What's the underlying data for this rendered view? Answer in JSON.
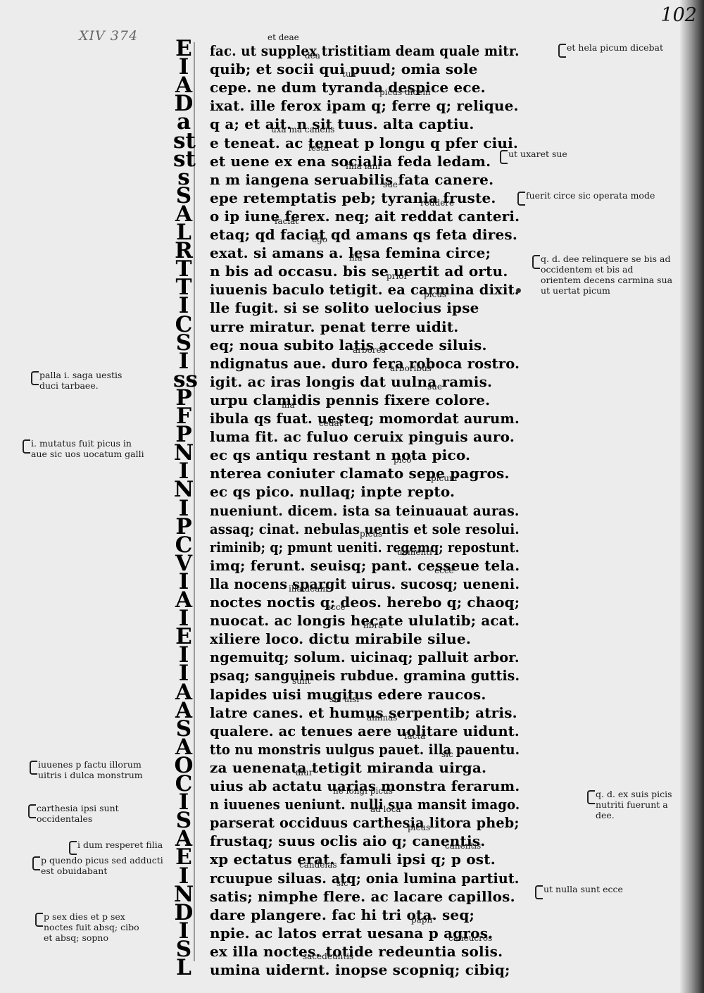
{
  "folio": "102",
  "shelfmark": "XIV 374",
  "lines": [
    {
      "initial": "E",
      "text": "fac. ut supplex tristitiam deam quale mitr.",
      "gloss": "et deae"
    },
    {
      "initial": "I",
      "text": "quib; et socii qui puud; omia sole",
      "gloss": "dea"
    },
    {
      "initial": "A",
      "text": "cepe. ne dum tyranda despice ece.",
      "gloss": "tua"
    },
    {
      "initial": "D",
      "text": "ixat. ille ferox ipam q; ferre q; relique.",
      "gloss": "picus dicem"
    },
    {
      "initial": "a",
      "text": "q a; et ait. n sit tuus. alta captiu.",
      "gloss": ""
    },
    {
      "initial": "st",
      "text": "e teneat. ac teneat p longu q pfer ciui.",
      "gloss": "uxa ma canens"
    },
    {
      "initial": "st",
      "text": "et uene ex ena socialia feda ledam.",
      "gloss": "lesta"
    },
    {
      "initial": "s",
      "text": "n m iangena seruabilis fata canere.",
      "gloss": "filia iani"
    },
    {
      "initial": "S",
      "text": "epe retemptatis peb; tyrania fruste.",
      "gloss": "sue"
    },
    {
      "initial": "A",
      "text": "o ip iune ferex. neq; ait reddat canteri.",
      "gloss": "reddere"
    },
    {
      "initial": "L",
      "text": "etaq; qd faciat qd amans qs feta dires.",
      "gloss": "faciat"
    },
    {
      "initial": "R",
      "text": "exat. si amans a. lesa femina circe;",
      "gloss": "ego"
    },
    {
      "initial": "T",
      "text": "n bis ad occasu. bis se uertit ad ortu.",
      "gloss": "illa"
    },
    {
      "initial": "T",
      "text": "iuuenis baculo tetigit. ea carmina dixit.",
      "gloss": "prior"
    },
    {
      "initial": "I",
      "text": "lle fugit. si se solito uelocius ipse",
      "gloss": "picus"
    },
    {
      "initial": "C",
      "text": "urre miratur. penat terre uidit.",
      "gloss": ""
    },
    {
      "initial": "S",
      "text": "eq; noua subito latis accede siluis.",
      "gloss": ""
    },
    {
      "initial": "I",
      "text": "ndignatus aue. duro fera roboca rostro.",
      "gloss": "arbores"
    },
    {
      "initial": "ss",
      "text": "igit. ac iras longis dat uulna ramis.",
      "gloss": "arboribus"
    },
    {
      "initial": "P",
      "text": "urpu clamidis pennis fixere colore.",
      "gloss": "sue"
    },
    {
      "initial": "F",
      "text": "ibula qs fuat. uesteq; momordat aurum.",
      "gloss": "illa"
    },
    {
      "initial": "P",
      "text": "luma fit. ac fuluo ceruix pinguis auro.",
      "gloss": "cedat"
    },
    {
      "initial": "N",
      "text": "ec qs antiqu restant n nota pico.",
      "gloss": ""
    },
    {
      "initial": "I",
      "text": "nterea coniuter clamato sepe pagros.",
      "gloss": "pico"
    },
    {
      "initial": "N",
      "text": "ec qs pico. nullaq; inpte repto.",
      "gloss": "picum"
    },
    {
      "initial": "I",
      "text": "nueniunt. dicem. ista sa teinuauat auras.",
      "gloss": ""
    },
    {
      "initial": "P",
      "text": "assaq; cinat. nebulas uentis et sole resolui.",
      "gloss": ""
    },
    {
      "initial": "C",
      "text": "riminib; q; pmunt ueniti. regemq; repostunt.",
      "gloss": "picus"
    },
    {
      "initial": "V",
      "text": "imq; ferunt. seuisq; pant. cesseue tela.",
      "gloss": "uenienti"
    },
    {
      "initial": "I",
      "text": "lla nocens spargit uirus. sucosq; ueneni.",
      "gloss": "ecce"
    },
    {
      "initial": "A",
      "text": "noctes noctis q; deos. herebo q; chaoq;",
      "gloss": "illa deam"
    },
    {
      "initial": "I",
      "text": "nuocat. ac longis hecate ululatib; acat.",
      "gloss": "ecce"
    },
    {
      "initial": "E",
      "text": "xiliere loco. dictu mirabile silue.",
      "gloss": "libra"
    },
    {
      "initial": "I",
      "text": "ngemuitq; solum. uicinaq; palluit arbor.",
      "gloss": ""
    },
    {
      "initial": "I",
      "text": "psaq; sanguineis rubdue. gramina guttis.",
      "gloss": ""
    },
    {
      "initial": "A",
      "text": "lapides uisi mugitus edere raucos.",
      "gloss": "sunt"
    },
    {
      "initial": "A",
      "text": "latre canes. et humus serpentib; atris.",
      "gloss": "sic uisi"
    },
    {
      "initial": "S",
      "text": "qualere. ac tenues aere uolitare uidunt.",
      "gloss": "animas"
    },
    {
      "initial": "A",
      "text": "tto nu monstris uulgus pauet. illa pauentu.",
      "gloss": "facta"
    },
    {
      "initial": "O",
      "text": "za uenenata tetigit miranda uirga.",
      "gloss": "sic"
    },
    {
      "initial": "C",
      "text": "uius ab actatu uarias monstra ferarum.",
      "gloss": "aiur"
    },
    {
      "initial": "I",
      "text": "n iuuenes ueniunt. nulli sua mansit imago.",
      "gloss": "ne longi picus"
    },
    {
      "initial": "S",
      "text": "parserat occiduus carthesia litora pheb;",
      "gloss": "ad loca"
    },
    {
      "initial": "A",
      "text": "frustaq; suus oclis aio q; canentis.",
      "gloss": "picus"
    },
    {
      "initial": "E",
      "text": "xp ectatus erat. famuli ipsi q; p ost.",
      "gloss": "canentis"
    },
    {
      "initial": "I",
      "text": "rcuupue siluas. atq; onia lumina partiut.",
      "gloss": "candelas"
    },
    {
      "initial": "N",
      "text": "satis; nimphe flere. ac lacare capillos.",
      "gloss": "sic"
    },
    {
      "initial": "D",
      "text": "dare plangere. fac hi tri ota. seq;",
      "gloss": ""
    },
    {
      "initial": "I",
      "text": "npie. ac latos errat uesana p agros.",
      "gloss": "papir"
    },
    {
      "initial": "S",
      "text": "ex illa noctes. totide redeuntia solis.",
      "gloss": "caneucros"
    },
    {
      "initial": "L",
      "text": "umina uidernt. inopse scopniq; cibiq;",
      "gloss": "sacedeuntis"
    }
  ],
  "right_glosses": [
    "et hela picum dicebat",
    "ut uxaret sue",
    "fuerit circe sic operata mode",
    "q. d. dee relinquere se bis ad occidentem et bis ad orientem decens carmina sua ut uertat picum",
    "q. d. ex suis picis nutriti fuerunt a dee.",
    "ut nulla sunt ecce"
  ],
  "left_notes": [
    "palla i. saga uestis\nduci tarbaee.",
    "i. mutatus fuit picus in\naue sic uos uocatum galli",
    "iuuenes p factu illorum\nuitris i dulca monstrum",
    "carthesia ipsi sunt\noccidentales",
    "i dum resperet filia",
    "p quendo picus sed adducti\nest obuidabant",
    "p sex dies et p sex\nnoctes fuit absq; cibo\net absq; sopno"
  ]
}
